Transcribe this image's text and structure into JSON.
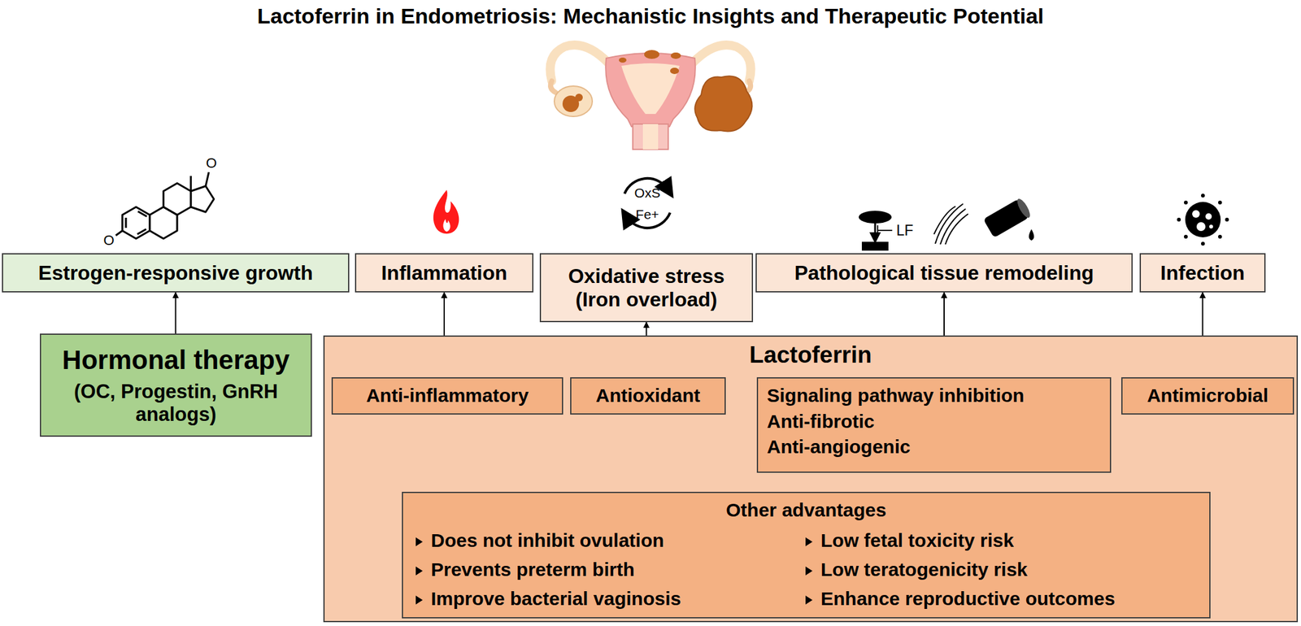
{
  "diagram": {
    "title": "Lactoferrin in Endometriosis: Mechanistic Insights and Therapeutic Potential",
    "nodes": [
      {
        "text": [
          "Estrogen-responsive growth"
        ]
      },
      {
        "text": [
          "Inflammation"
        ]
      },
      {
        "text": [
          "Oxidative stress (Iron overload)"
        ]
      },
      {
        "text": [
          "Pathological tissue remodeling"
        ]
      },
      {
        "text": [
          "Infection"
        ]
      },
      {
        "text": [
          "Hormonal therapy",
          "(OC, Progestin, GnRH analogs)"
        ]
      },
      {
        "text": [
          "Lactoferrin"
        ]
      },
      {
        "text": [
          "Anti-inflammatory"
        ],
        "in": 6
      },
      {
        "text": [
          "Antioxidant"
        ],
        "in": 6
      },
      {
        "text": [
          "Signaling pathway inhibition",
          "Anti-fibrotic",
          "Anti-angiogenic"
        ],
        "in": 6
      },
      {
        "text": [
          "Antimicrobial"
        ],
        "in": 6
      },
      {
        "text": [
          "Other advantages",
          "Does not inhibit ovulation",
          "Prevents preterm birth",
          "Improve bacterial vaginosis",
          "Low fetal toxicity risk",
          "Low teratogenicity risk",
          "Enhance reproductive outcomes"
        ],
        "in": 6
      }
    ],
    "edges": [
      {
        "from": 5,
        "to": 0,
        "arrow": "to"
      },
      {
        "from": 6,
        "to": 1,
        "arrow": "to"
      },
      {
        "from": 6,
        "to": 2,
        "arrow": "to"
      },
      {
        "from": 6,
        "to": 3,
        "arrow": "to"
      },
      {
        "from": 6,
        "to": 4,
        "arrow": "to"
      }
    ],
    "labels": [
      "O",
      "O",
      "OxS",
      "Fe+",
      "LF"
    ]
  }
}
